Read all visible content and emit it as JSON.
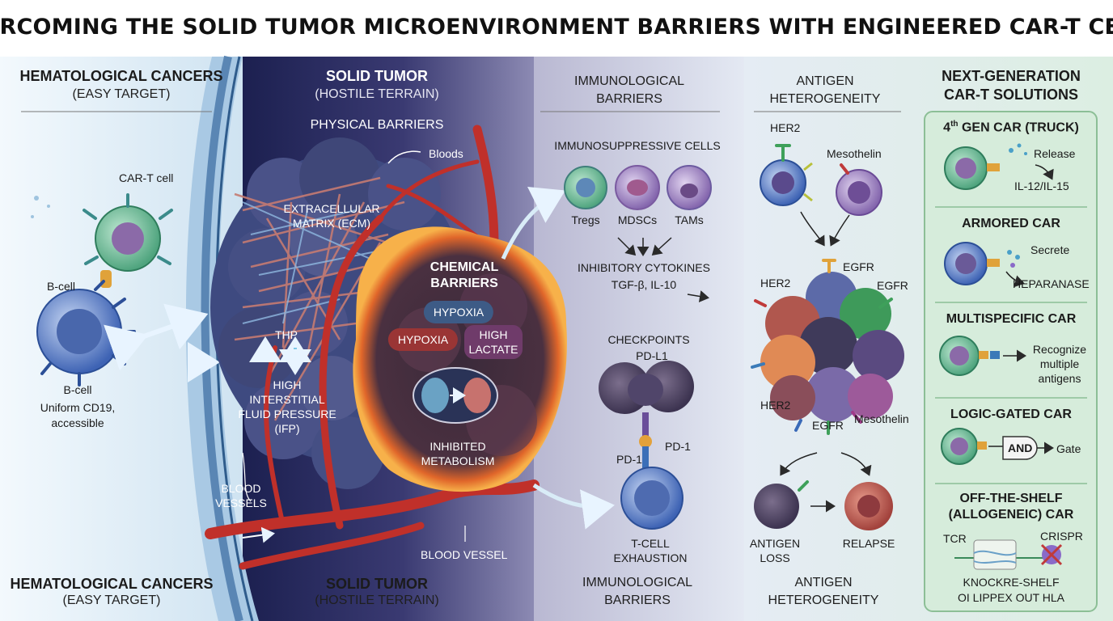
{
  "title": "OVERCOMING THE SOLID TUMOR MICROENVIRONMENT BARRIERS WITH ENGINEERED CAR-T CELLS",
  "hematological": {
    "heading": "HEMATOLOGICAL CANCERS",
    "subheading": "(EASY TARGET)",
    "cart_label": "CAR-T cell",
    "bcell_label_top": "B-cell",
    "bcell_label_bottom": "B-cell",
    "bcell_desc_1": "Uniform CD19,",
    "bcell_desc_2": "accessible",
    "footer_heading": "HEMATOLOGICAL CANCERS",
    "footer_sub": "(EASY TARGET)"
  },
  "solid_tumor": {
    "heading": "SOLID TUMOR",
    "subheading": "(HOSTILE TERRAIN)",
    "physical_barriers": "PHYSICAL BARRIERS",
    "bloods": "Bloods",
    "ecm_1": "EXTRACELLULAR",
    "ecm_2": "MATRIX (ECM)",
    "thp": "THP",
    "ifp_1": "HIGH",
    "ifp_2": "INTERSTITIAL",
    "ifp_3": "FLUID PRESSURE",
    "ifp_4": "(IFP)",
    "vessels_1": "BLOOD",
    "vessels_2": "VESSELS",
    "blood_vessel": "BLOOD VESSEL",
    "chemical_1": "CHEMICAL",
    "chemical_2": "BARRIERS",
    "hypoxia_a": "HYPOXIA",
    "hypoxia_b": "HYPOXIA",
    "high_lactate_1": "HIGH",
    "high_lactate_2": "LACTATE",
    "metabolism_1": "INHIBITED",
    "metabolism_2": "METABOLISM",
    "footer_heading": "SOLID TUMOR",
    "footer_sub": "(HOSTILE TERRAIN)"
  },
  "immunological": {
    "heading_1": "IMMUNOLOGICAL",
    "heading_2": "BARRIERS",
    "suppressive_cells": "IMMUNOSUPPRESSIVE CELLS",
    "tregs": "Tregs",
    "mdscs": "MDSCs",
    "tams": "TAMs",
    "cytokines_1": "INHIBITORY CYTOKINES",
    "cytokines_2": "TGF-β, IL-10",
    "checkpoints": "CHECKPOINTS",
    "pdl1": "PD-L1",
    "pd1_right": "PD-1",
    "pd1_left": "PD-1",
    "exhaustion_1": "T-CELL",
    "exhaustion_2": "EXHAUSTION",
    "footer_1": "IMMUNOLOGICAL",
    "footer_2": "BARRIERS"
  },
  "antigen": {
    "heading_1": "ANTIGEN",
    "heading_2": "HETEROGENEITY",
    "her2_top": "HER2",
    "mesothelin_top": "Mesothelin",
    "egfr_a": "EGFR",
    "her2_mid": "HER2",
    "egfr_b": "EGFR",
    "her2_low": "HER2",
    "egfr_c": "EGFR",
    "mesothelin_low": "Mesothelin",
    "loss_1": "ANTIGEN",
    "loss_2": "LOSS",
    "relapse": "RELAPSE",
    "footer_1": "ANTIGEN",
    "footer_2": "HETEROGENEITY"
  },
  "next_gen": {
    "heading_1": "NEXT-GENERATION",
    "heading_2": "CAR-T SOLUTIONS",
    "gen4_title_pre": "4",
    "gen4_title_sup": "th",
    "gen4_title_post": " GEN CAR (TRUCK)",
    "gen4_release": "Release",
    "gen4_il": "IL-12/IL-15",
    "armored_title": "ARMORED CAR",
    "armored_secrete": "Secrete",
    "armored_heparanase": "HEPARANASE",
    "multi_title": "MULTISPECIFIC CAR",
    "multi_1": "Recognize",
    "multi_2": "multiple",
    "multi_3": "antigens",
    "logic_title": "LOGIC-GATED CAR",
    "logic_and": "AND",
    "logic_gate": "Gate",
    "offshelf_title_1": "OFF-THE-SHELF",
    "offshelf_title_2": "(ALLOGENEIC) CAR",
    "offshelf_tcr": "TCR",
    "offshelf_crispr": "CRISPR",
    "offshelf_1": "KNOCKRE-SHELF",
    "offshelf_2": "OI LIPPEX OUT HLA"
  },
  "colors": {
    "membrane": "#5a86b4",
    "tumor_dark": "#2a2f5c",
    "vessel": "#c0302a",
    "chem_glow": "#f08a2a",
    "cart_cell": "#6fbf9a",
    "bcell": "#4f74c4",
    "panel_green": "#dff0e2",
    "hypoxia_blue": "#3d5b86",
    "hypoxia_red": "#9a3535",
    "lactate_purple": "#6f3b6a"
  }
}
